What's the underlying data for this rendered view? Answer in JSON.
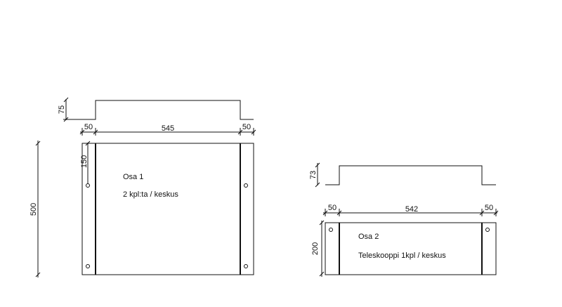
{
  "part1": {
    "profile_height": "75",
    "flange_left": "50",
    "width": "545",
    "flange_right": "50",
    "overall_height": "500",
    "hole_offset": "150",
    "name": "Osa 1",
    "quantity": "2 kpl:ta / keskus"
  },
  "part2": {
    "profile_height": "73",
    "flange_left": "50",
    "width": "542",
    "flange_right": "50",
    "overall_height": "200",
    "name": "Osa 2",
    "quantity": "Teleskooppi 1kpl / keskus"
  }
}
